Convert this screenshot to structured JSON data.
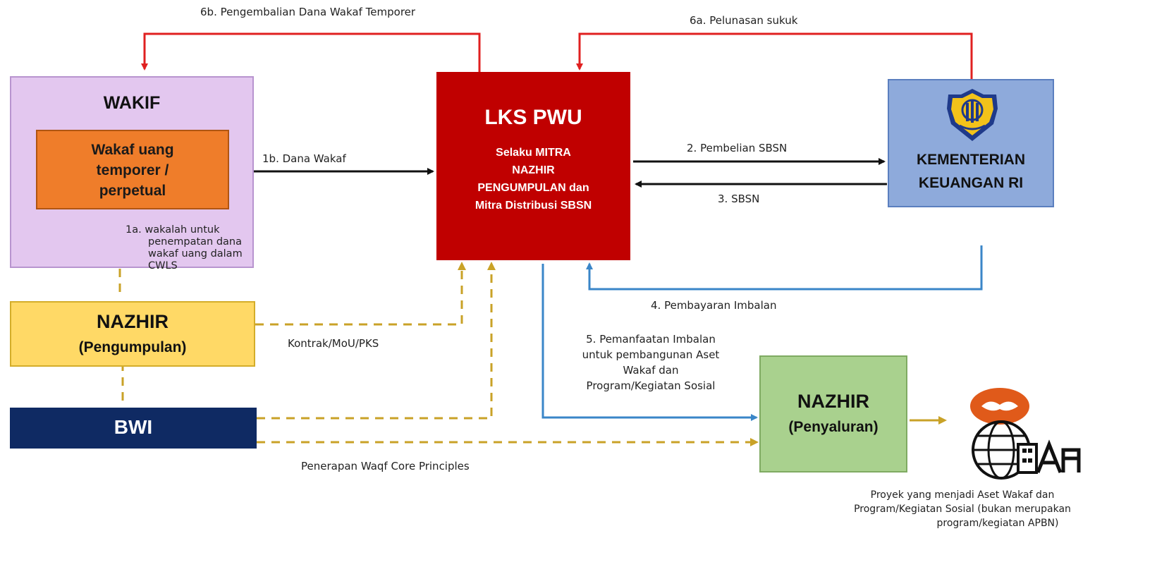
{
  "nodes": {
    "wakif": {
      "title": "WAKIF",
      "inner": [
        "Wakaf uang",
        "temporer /",
        "perpetual"
      ]
    },
    "lks": {
      "title": "LKS PWU",
      "sub": [
        "Selaku MITRA",
        "NAZHIR",
        "PENGUMPULAN dan",
        "Mitra Distribusi SBSN"
      ]
    },
    "kemenkeu": {
      "lines": [
        "KEMENTERIAN",
        "KEUANGAN RI"
      ]
    },
    "nazhir_pengumpulan": {
      "title": "NAZHIR",
      "sub": "(Pengumpulan)"
    },
    "bwi": {
      "title": "BWI"
    },
    "nazhir_penyaluran": {
      "title": "NAZHIR",
      "sub": "(Penyaluran)"
    }
  },
  "edges": {
    "e6b": "6b. Pengembalian Dana Wakaf Temporer",
    "e6a": "6a. Pelunasan sukuk",
    "e1b": "1b. Dana Wakaf",
    "e2": "2. Pembelian SBSN",
    "e3": "3. SBSN",
    "e1a": [
      "1a. wakalah untuk",
      "penempatan dana",
      "wakaf uang dalam",
      "CWLS"
    ],
    "e4": "4. Pembayaran Imbalan",
    "kontrak": "Kontrak/MoU/PKS",
    "e5": [
      "5. Pemanfaatan Imbalan",
      "untuk pembangunan Aset",
      "Wakaf dan",
      "Program/Kegiatan Sosial"
    ],
    "waqf": "Penerapan Waqf Core Principles"
  },
  "proyek": [
    "Proyek yang menjadi Aset Wakaf dan",
    "Program/Kegiatan Sosial (bukan merupakan",
    "program/kegiatan APBN)"
  ],
  "colors": {
    "red": "#e02020",
    "black": "#111111",
    "blue": "#3a86c8",
    "gold": "#c9a227",
    "wakif_bg": "#e3c7ef",
    "wakif_inner": "#ef7d2a",
    "lks_bg": "#c00000",
    "kemenkeu_bg": "#8eaadb",
    "nazhir_yellow": "#ffd966",
    "bwi_bg": "#0f2a63",
    "nazhir_green": "#a9d18e"
  }
}
